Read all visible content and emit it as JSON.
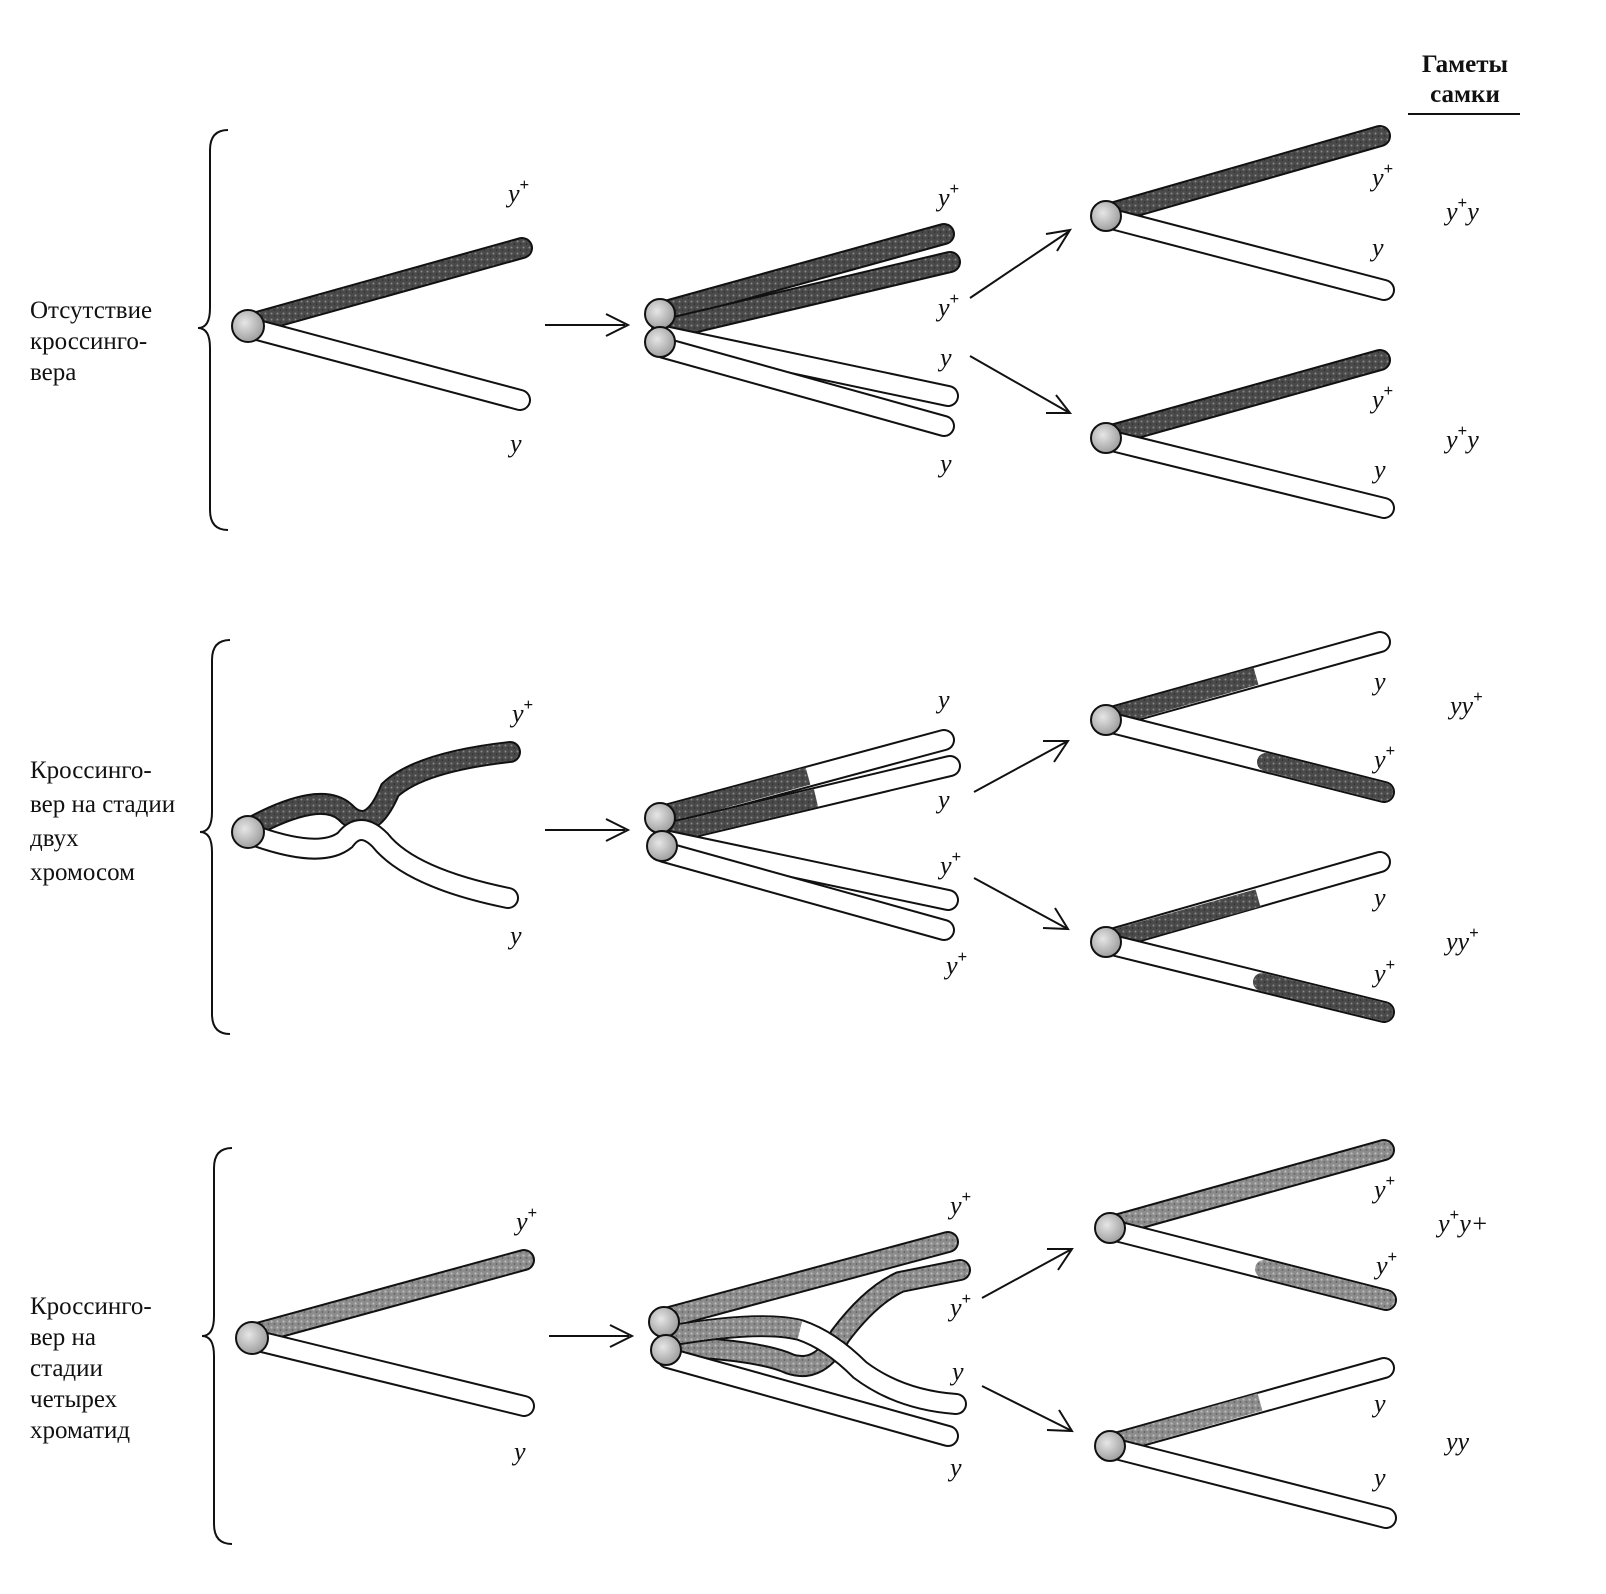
{
  "header": {
    "line1": "Гаметы",
    "line2": "самки"
  },
  "rows": [
    {
      "title": [
        "Отсутствие",
        "кроссинго-",
        "вера"
      ],
      "stage1": {
        "top_label": "y",
        "top_sup": "+",
        "bottom_label": "y"
      },
      "stage2": {
        "labels": [
          {
            "text": "y",
            "sup": "+"
          },
          {
            "text": "y",
            "sup": "+"
          },
          {
            "text": "y",
            "sup": ""
          },
          {
            "text": "y",
            "sup": ""
          }
        ]
      },
      "gametes": [
        {
          "top": "y",
          "top_sup": "+",
          "bottom": "y",
          "bottom_sup": "",
          "genotype": "y",
          "genotype_sup": "+",
          "genotype_tail": "y"
        },
        {
          "top": "y",
          "top_sup": "+",
          "bottom": "y",
          "bottom_sup": "",
          "genotype": "y",
          "genotype_sup": "+",
          "genotype_tail": "y"
        }
      ]
    },
    {
      "title": [
        "Кроссинго-",
        "вер на стадии",
        "двух",
        "хромосом"
      ],
      "stage1": {
        "top_label": "y",
        "top_sup": "+",
        "bottom_label": "y"
      },
      "stage2": {
        "labels": [
          {
            "text": "y",
            "sup": ""
          },
          {
            "text": "y",
            "sup": ""
          },
          {
            "text": "y",
            "sup": "+"
          },
          {
            "text": "y",
            "sup": "+"
          }
        ]
      },
      "gametes": [
        {
          "top": "y",
          "top_sup": "",
          "bottom": "y",
          "bottom_sup": "+",
          "genotype": "yy",
          "genotype_sup": "+",
          "genotype_tail": ""
        },
        {
          "top": "y",
          "top_sup": "",
          "bottom": "y",
          "bottom_sup": "+",
          "genotype": "yy",
          "genotype_sup": "+",
          "genotype_tail": ""
        }
      ]
    },
    {
      "title": [
        "Кроссинго-",
        "вер на",
        "стадии",
        "четырех",
        "хроматид"
      ],
      "stage1": {
        "top_label": "y",
        "top_sup": "+",
        "bottom_label": "y"
      },
      "stage2": {
        "labels": [
          {
            "text": "y",
            "sup": "+"
          },
          {
            "text": "y",
            "sup": "+"
          },
          {
            "text": "y",
            "sup": ""
          },
          {
            "text": "y",
            "sup": ""
          }
        ]
      },
      "gametes": [
        {
          "top": "y",
          "top_sup": "+",
          "bottom": "y",
          "bottom_sup": "+",
          "genotype": "y",
          "genotype_sup": "+",
          "genotype_tail": "y+"
        },
        {
          "top": "y",
          "top_sup": "",
          "bottom": "y",
          "bottom_sup": "",
          "genotype": "yy",
          "genotype_sup": "",
          "genotype_tail": ""
        }
      ]
    }
  ]
}
